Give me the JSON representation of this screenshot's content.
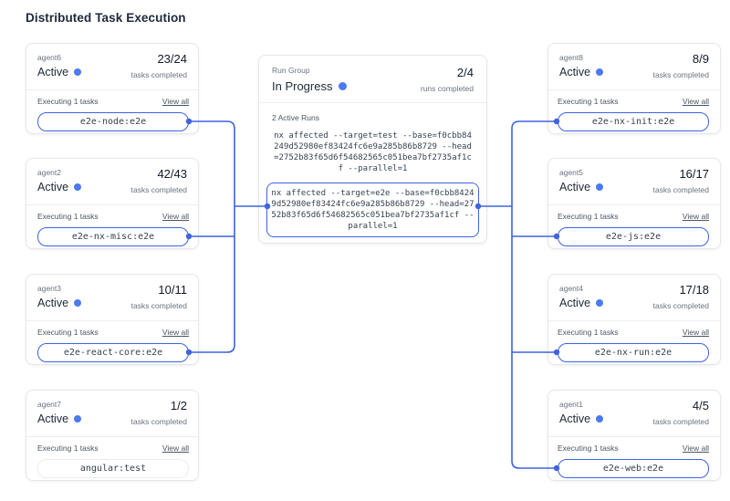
{
  "title": "Distributed Task Execution",
  "colors": {
    "accent_line": "#3e63dd",
    "status_dot": "#4b7bf0",
    "card_border": "#e4e7ec"
  },
  "labels": {
    "tasks_completed": "tasks completed",
    "executing": "Executing 1 tasks",
    "view_all": "View all"
  },
  "run_group": {
    "label": "Run Group",
    "status": "In Progress",
    "fraction": "2/4",
    "sub": "runs completed",
    "active_runs": "2 Active Runs",
    "commands": [
      {
        "text": "nx affected --target=test --base=f0cbb84249d52980ef83424fc6e9a285b86b8729 --head=2752b83f65d6f54682565c051bea7bf2735af1cf --parallel=1",
        "highlighted": false
      },
      {
        "text": "nx affected --target=e2e --base=f0cbb84249d52980ef83424fc6e9a285b86b8729 --head=2752b83f65d6f54682565c051bea7bf2735af1cf --parallel=1",
        "highlighted": true
      }
    ]
  },
  "agents": [
    {
      "name": "agent6",
      "status": "Active",
      "fraction": "23/24",
      "task": "e2e-node:e2e",
      "connected": true
    },
    {
      "name": "agent2",
      "status": "Active",
      "fraction": "42/43",
      "task": "e2e-nx-misc:e2e",
      "connected": true
    },
    {
      "name": "agent3",
      "status": "Active",
      "fraction": "10/11",
      "task": "e2e-react-core:e2e",
      "connected": true
    },
    {
      "name": "agent7",
      "status": "Active",
      "fraction": "1/2",
      "task": "angular:test",
      "connected": false
    },
    {
      "name": "agent8",
      "status": "Active",
      "fraction": "8/9",
      "task": "e2e-nx-init:e2e",
      "connected": true
    },
    {
      "name": "agent5",
      "status": "Active",
      "fraction": "16/17",
      "task": "e2e-js:e2e",
      "connected": true
    },
    {
      "name": "agent4",
      "status": "Active",
      "fraction": "17/18",
      "task": "e2e-nx-run:e2e",
      "connected": true
    },
    {
      "name": "agent1",
      "status": "Active",
      "fraction": "4/5",
      "task": "e2e-web:e2e",
      "connected": true
    }
  ]
}
